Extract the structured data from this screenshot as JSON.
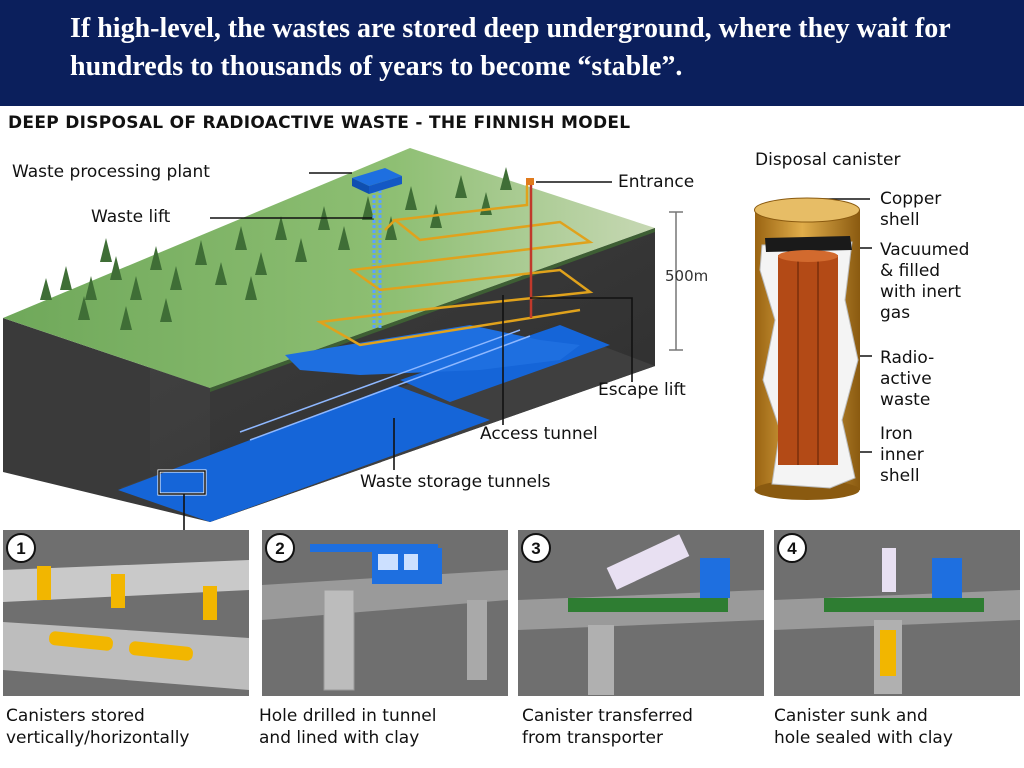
{
  "slide_title": "If high-level, the wastes are stored deep underground, where they wait for hundreds to thousands of years to become “stable”.",
  "diagram": {
    "heading": "DEEP DISPOSAL OF RADIOACTIVE WASTE - THE FINNISH MODEL",
    "labels": {
      "waste_processing_plant": "Waste processing plant",
      "waste_lift": "Waste lift",
      "entrance": "Entrance",
      "depth": "500m",
      "escape_lift": "Escape lift",
      "access_tunnel": "Access tunnel",
      "waste_storage_tunnels": "Waste storage tunnels"
    },
    "canister": {
      "title": "Disposal canister",
      "copper_shell": [
        "Copper",
        "shell"
      ],
      "vacuumed": [
        "Vacuumed",
        "& filled",
        "with inert",
        "gas"
      ],
      "radioactive_waste": [
        "Radio-",
        "active",
        "waste"
      ],
      "iron_shell": [
        "Iron",
        "inner",
        "shell"
      ]
    }
  },
  "steps": [
    {
      "number": "1",
      "caption": [
        "Canisters stored",
        "vertically/horizontally"
      ]
    },
    {
      "number": "2",
      "caption": [
        "Hole drilled in tunnel",
        "and lined with clay"
      ]
    },
    {
      "number": "3",
      "caption": [
        "Canister transferred",
        "from transporter"
      ]
    },
    {
      "number": "4",
      "caption": [
        "Canister  sunk and",
        "hole sealed with clay"
      ]
    }
  ],
  "colors": {
    "banner": "#0b1f5c",
    "tunnels": "#1565d8",
    "access_tunnel": "#e0a21c",
    "copper": "#c98a1e",
    "grass": "#6fa85a"
  }
}
